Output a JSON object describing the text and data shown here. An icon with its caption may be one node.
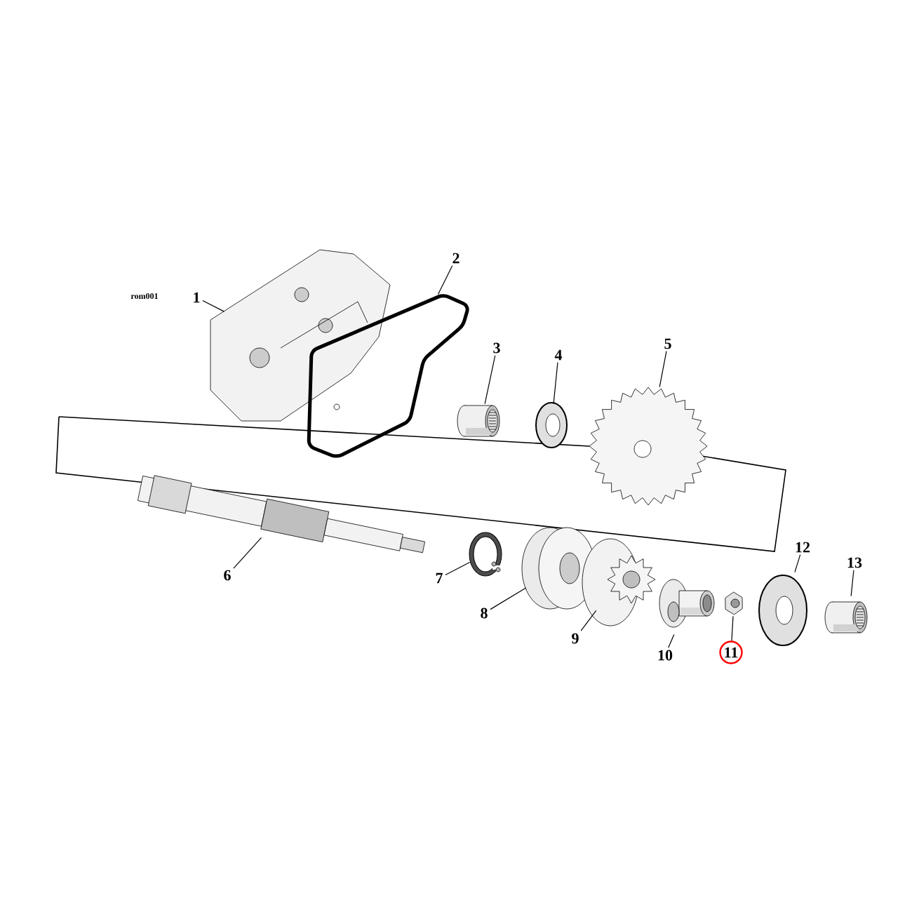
{
  "diagram": {
    "nodes": [
      {
        "text": [
          "1"
        ]
      },
      {
        "text": [
          "2"
        ]
      },
      {
        "text": [
          "3"
        ]
      },
      {
        "text": [
          "4"
        ]
      },
      {
        "text": [
          "5"
        ]
      },
      {
        "text": [
          "6"
        ]
      },
      {
        "text": [
          "7"
        ]
      },
      {
        "text": [
          "8"
        ]
      },
      {
        "text": [
          "9"
        ]
      },
      {
        "text": [
          "10"
        ]
      },
      {
        "text": [
          "11"
        ]
      },
      {
        "text": [
          "12"
        ]
      },
      {
        "text": [
          "13"
        ]
      },
      {
        "text": [],
        "shape": "picture"
      },
      {
        "text": [],
        "shape": "picture"
      },
      {
        "text": [],
        "shape": "picture"
      },
      {
        "text": [],
        "shape": "picture"
      },
      {
        "text": [],
        "shape": "picture"
      },
      {
        "text": [],
        "shape": "picture"
      },
      {
        "text": [],
        "shape": "picture"
      },
      {
        "text": [],
        "shape": "picture"
      },
      {
        "text": [],
        "shape": "picture"
      },
      {
        "text": [],
        "shape": "picture"
      },
      {
        "text": [],
        "shape": "picture"
      },
      {
        "text": [],
        "shape": "picture"
      },
      {
        "text": [],
        "shape": "picture"
      }
    ],
    "edges": [
      {
        "from": 0,
        "to": 13,
        "arrow": "none"
      },
      {
        "from": 1,
        "to": 14,
        "arrow": "none"
      },
      {
        "from": 2,
        "to": 15,
        "arrow": "none"
      },
      {
        "from": 3,
        "to": 16,
        "arrow": "none"
      },
      {
        "from": 4,
        "to": 17,
        "arrow": "none"
      },
      {
        "from": 5,
        "to": 18,
        "arrow": "none"
      },
      {
        "from": 6,
        "to": 19,
        "arrow": "none"
      },
      {
        "from": 7,
        "to": 20,
        "arrow": "none"
      },
      {
        "from": 8,
        "to": 21,
        "arrow": "none"
      },
      {
        "from": 9,
        "to": 22,
        "arrow": "none"
      },
      {
        "from": 10,
        "to": 23,
        "arrow": "none"
      },
      {
        "from": 11,
        "to": 24,
        "arrow": "none"
      },
      {
        "from": 12,
        "to": 25,
        "arrow": "none"
      }
    ],
    "labels": [
      "rom001"
    ]
  }
}
